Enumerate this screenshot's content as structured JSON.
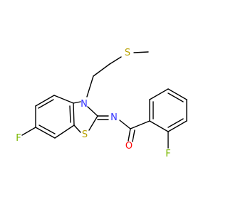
{
  "colors": {
    "background": "#ffffff",
    "bond": "#000000",
    "nitrogen": "#3333ff",
    "sulfur": "#b8a100",
    "oxygen": "#ff0d0d",
    "fluorine": "#7ab800"
  },
  "atoms": {
    "thioether_s": "S",
    "ring_n": "N",
    "imine_n": "N",
    "ring_s": "S",
    "carbonyl_o": "O",
    "benzothiazole_f": "F",
    "benzamide_f": "F"
  }
}
